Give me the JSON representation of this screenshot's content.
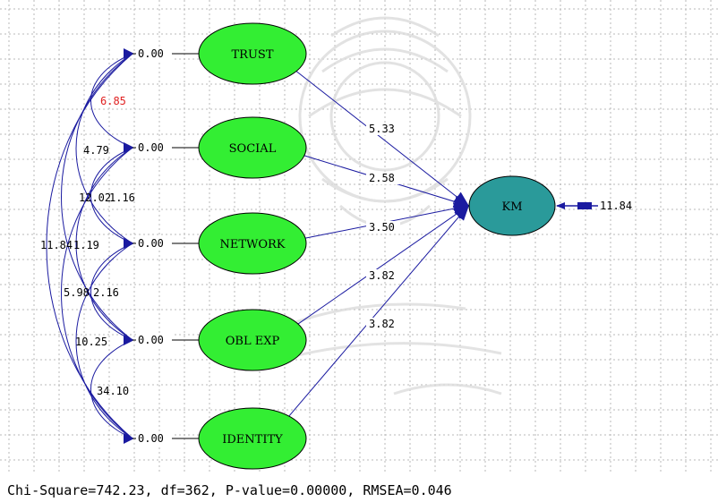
{
  "latent_vars": [
    {
      "id": "trust",
      "label": "TRUST",
      "variance": "0.00"
    },
    {
      "id": "social",
      "label": "SOCIAL",
      "variance": "0.00"
    },
    {
      "id": "network",
      "label": "NETWORK",
      "variance": "0.00"
    },
    {
      "id": "obl-exp",
      "label": "OBL EXP",
      "variance": "0.00"
    },
    {
      "id": "identity",
      "label": "IDENTITY",
      "variance": "0.00"
    }
  ],
  "outcome": {
    "label": "KM",
    "error": "11.84"
  },
  "path_coefficients": [
    "5.33",
    "2.58",
    "3.50",
    "3.82",
    "3.82"
  ],
  "covariance_labels": [
    "6.85",
    "4.79",
    "12.02",
    "1.16",
    "11.84",
    "1.19",
    "5.98",
    "2.16",
    "10.25",
    "34.10"
  ],
  "fit_stats": "Chi-Square=742.23, df=362, P-value=0.00000, RMSEA=0.046",
  "colors": {
    "latent_fill": "#33ee33",
    "outcome_fill": "#2a9a9a",
    "arrow": "#1a1aa0",
    "grid": "#b8b8b8",
    "highlight_label": "#e02020"
  }
}
